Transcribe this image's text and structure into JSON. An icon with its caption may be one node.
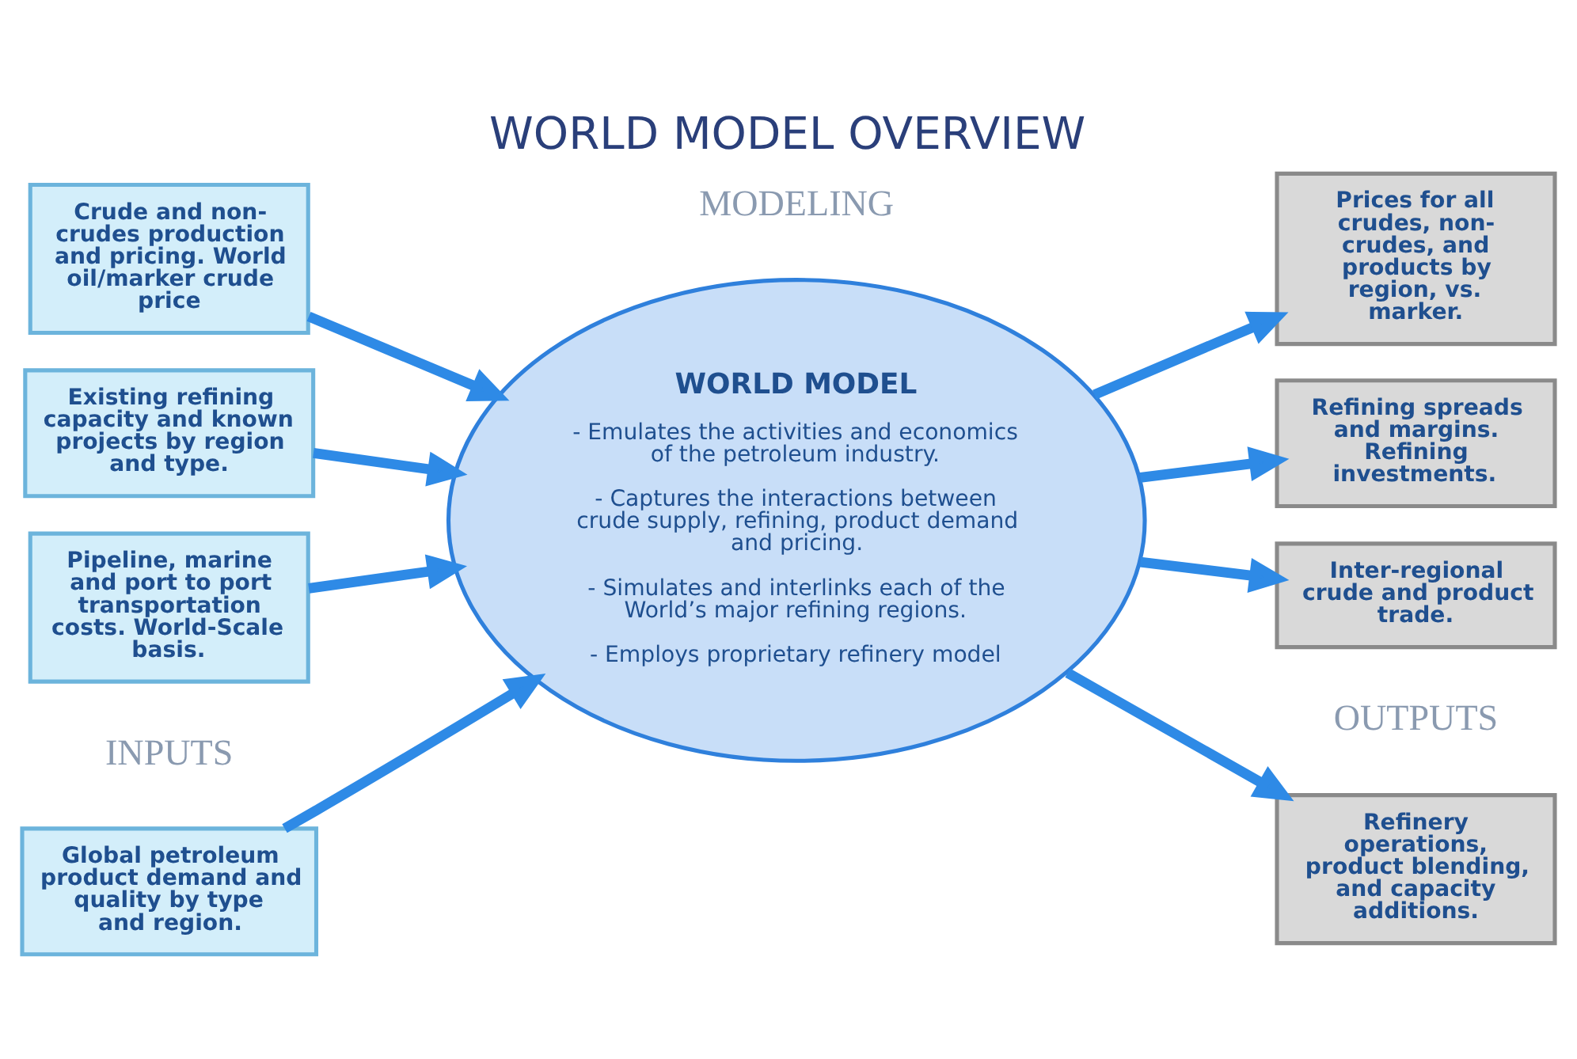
{
  "diagram": {
    "title": "WORLD MODEL OVERVIEW",
    "nodes": [
      {
        "text": [
          "Global petroleum product demand and quality by type and region."
        ]
      },
      {
        "text": [
          "Crude and non-crudes production and pricing. World oil/marker crude price"
        ]
      },
      {
        "text": [
          "Existing refining capacity and known projects by region and type."
        ]
      },
      {
        "text": [
          "Pipeline, marine and port to port transportation costs. World-Scale basis."
        ]
      },
      {
        "text": [
          "WORLD MODEL",
          "- Emulates the activities and economics of the petroleum industry.",
          "- Captures the interactions between crude supply, refining, product demand and pricing.",
          "- Simulates and interlinks each of the World’s major refining regions.",
          "- Employs proprietary refinery model"
        ]
      },
      {
        "text": [
          "Refinery operations, product blending, and capacity additions."
        ]
      },
      {
        "text": [
          "Prices for all crudes, non-crudes, and products by region, vs. marker."
        ]
      },
      {
        "text": [
          "Refining spreads and margins. Refining investments."
        ]
      },
      {
        "text": [
          "Inter-regional crude and product trade."
        ]
      }
    ],
    "edges": [
      {
        "from": 0,
        "to": 4,
        "arrow": "to"
      },
      {
        "from": 1,
        "to": 4,
        "arrow": "to"
      },
      {
        "from": 2,
        "to": 4,
        "arrow": "to"
      },
      {
        "from": 3,
        "to": 4,
        "arrow": "to"
      },
      {
        "from": 4,
        "to": 5,
        "arrow": "to"
      },
      {
        "from": 4,
        "to": 6,
        "arrow": "to"
      },
      {
        "from": 4,
        "to": 7,
        "arrow": "to"
      },
      {
        "from": 4,
        "to": 8,
        "arrow": "to"
      }
    ],
    "labels": [
      "INPUTS",
      "OUTPUTS",
      "MODELING"
    ]
  }
}
